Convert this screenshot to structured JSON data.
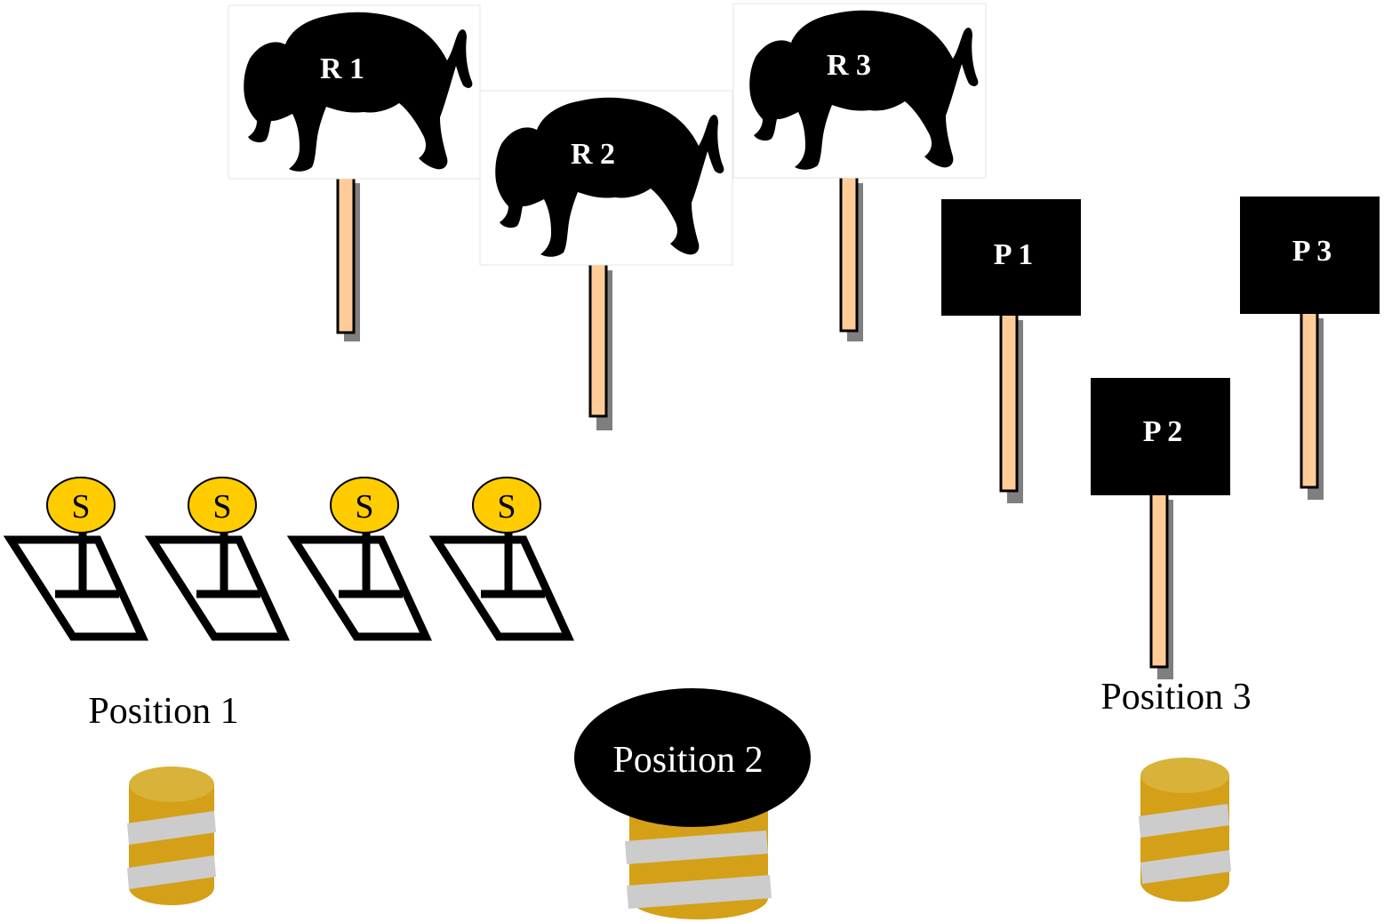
{
  "colors": {
    "background": "#ffffff",
    "bison": "#000000",
    "paper_target": "#000000",
    "stake": "#ffcc99",
    "stake_shadow": "#7f7f7f",
    "steel_plate": "#ffcc00",
    "barrel": "#d4a017",
    "barrel_top": "#d9b23a",
    "barrel_band": "#cccccc"
  },
  "icons": {
    "rifle_target": "bison-silhouette-target",
    "pistol_target": "black-square-target",
    "steel_target": "steel-plate-target",
    "shooting_position": "barrel-icon"
  },
  "rifle_targets": [
    {
      "label": "R 1"
    },
    {
      "label": "R 2"
    },
    {
      "label": "R 3"
    }
  ],
  "pistol_targets": [
    {
      "label": "P 1"
    },
    {
      "label": "P 2"
    },
    {
      "label": "P 3"
    }
  ],
  "steel_targets": [
    {
      "label": "S"
    },
    {
      "label": "S"
    },
    {
      "label": "S"
    },
    {
      "label": "S"
    }
  ],
  "positions": [
    {
      "label": "Position 1"
    },
    {
      "label": "Position 2"
    },
    {
      "label": "Position 3"
    }
  ]
}
